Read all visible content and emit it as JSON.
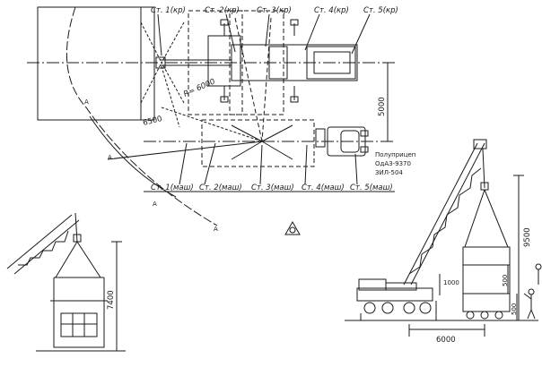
{
  "colors": {
    "ink": "#1a1a1a",
    "paper": "#ffffff"
  },
  "plan": {
    "crane_stations": [
      "Ст. 1(кр)",
      "Ст. 2(кр)",
      "Ст. 3(кр)",
      "Ст. 4(кр)",
      "Ст. 5(кр)"
    ],
    "vehicle_stations": [
      "Ст. 1(маш)",
      "Ст. 2(маш)",
      "Ст. 3(маш)",
      "Ст. 4(маш)",
      "Ст. 5(маш)"
    ],
    "radius_label": "R= 6000",
    "dim_6500": "6500",
    "dim_5000": "5000",
    "point_a": "A",
    "trailer_label": [
      "Полуприцеп",
      "ОдАЗ-9370",
      "ЗИЛ-504"
    ]
  },
  "left_view": {
    "height_dim": "7400"
  },
  "right_view": {
    "height_dim": "9500",
    "inner_dim_1": "500",
    "inner_dim_2": "500",
    "boom_dim": "1000",
    "base_dim": "6000"
  }
}
